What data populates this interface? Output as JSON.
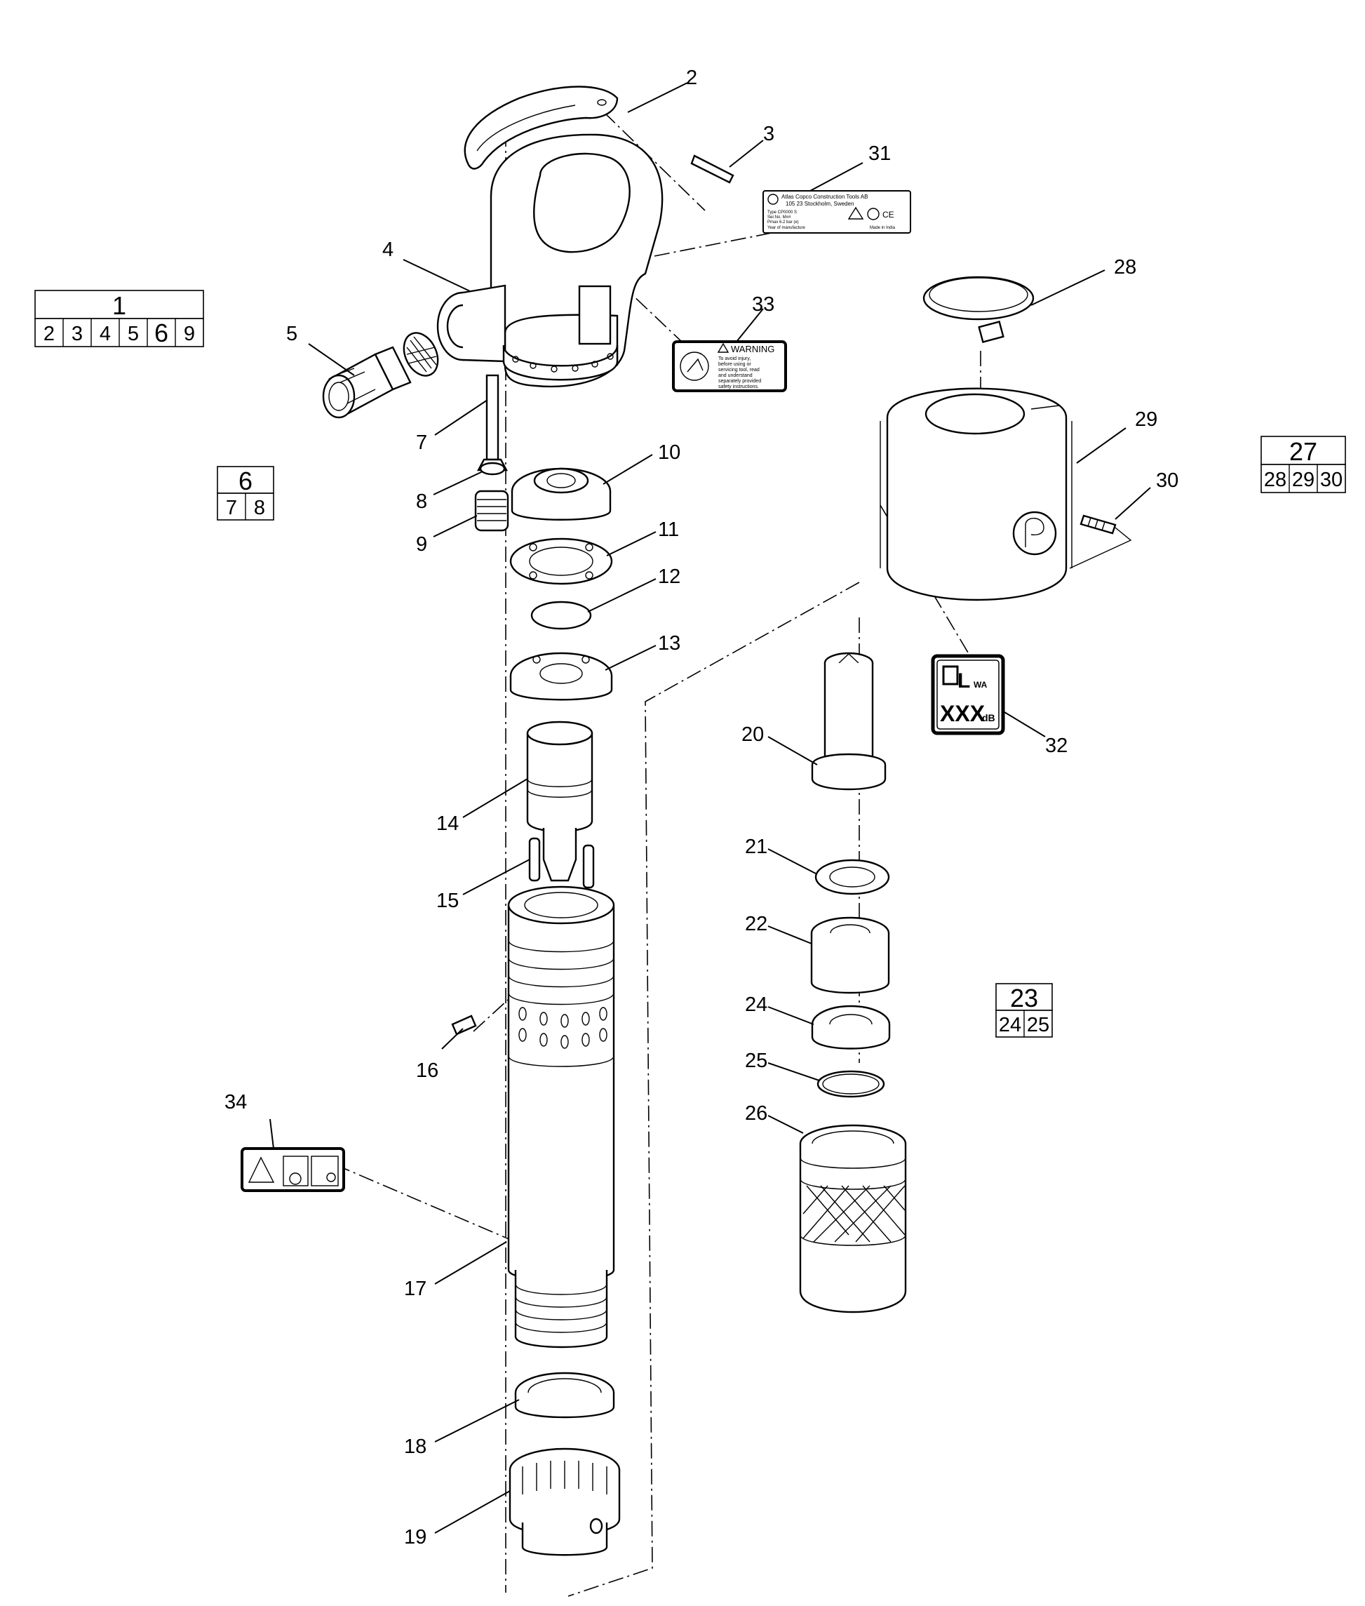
{
  "parts": [
    "2",
    "3",
    "4",
    "5",
    "7",
    "8",
    "9",
    "10",
    "11",
    "12",
    "13",
    "14",
    "15",
    "16",
    "17",
    "18",
    "19",
    "20",
    "21",
    "22",
    "24",
    "25",
    "26",
    "28",
    "29",
    "30",
    "31",
    "32",
    "33",
    "34"
  ],
  "kits": [
    {
      "id": "kit-1",
      "main": "1",
      "members": [
        "2",
        "3",
        "4",
        "5",
        "6",
        "9"
      ]
    },
    {
      "id": "kit-6",
      "main": "6",
      "members": [
        "7",
        "8"
      ]
    },
    {
      "id": "kit-27",
      "main": "27",
      "members": [
        "28",
        "29",
        "30"
      ]
    },
    {
      "id": "kit-23",
      "main": "23",
      "members": [
        "24",
        "25"
      ]
    }
  ],
  "labels": {
    "plate_31": {
      "line1": "Atlas Copco Construction Tools AB",
      "line2": "105 23 Stockholm, Sweden",
      "line3": "Type  CP0000 S",
      "line4": "Ser.No.  M##",
      "line5": "Pmax  6.2 bar (e)",
      "line6": "Year of manufacture",
      "line7": "Made in India",
      "ce": "CE"
    },
    "warning_33": {
      "title": "WARNING",
      "body": [
        "To avoid injury,",
        "before using or",
        "servicing tool, read",
        "and understand",
        "separately provided",
        "safety instructions."
      ]
    },
    "noise_32": {
      "symbol": "L",
      "sub": "WA",
      "value": "XXX",
      "unit": "dB"
    }
  }
}
